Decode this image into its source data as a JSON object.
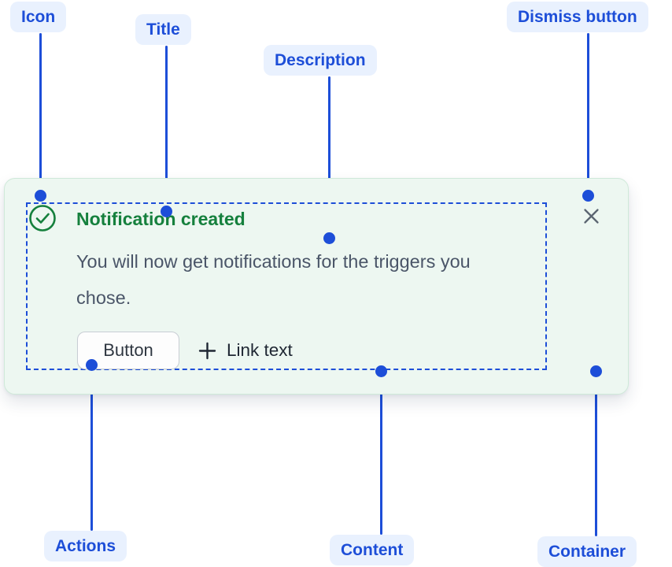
{
  "colors": {
    "label_bg": "#e9f1fe",
    "label_text": "#1d4ed8",
    "connector": "#1d4ed8",
    "card_bg": "#edf7f1",
    "card_border": "#cfe9d9",
    "content_outline": "#1d4ed8",
    "success_green": "#15803d",
    "description_text": "#4a5568",
    "dismiss_gray": "#5b6571",
    "action_text": "#1f2733"
  },
  "annotations": {
    "icon": "Icon",
    "title": "Title",
    "description": "Description",
    "dismiss_button": "Dismiss button",
    "actions": "Actions",
    "content": "Content",
    "container": "Container"
  },
  "notification": {
    "title": "Notification created",
    "description": "You will now get notifications for the triggers you chose.",
    "button_label": "Button",
    "link_label": "Link text",
    "icons": {
      "status_icon": "success-check-circle",
      "link_prefix_icon": "plus",
      "dismiss_icon": "close-x"
    }
  }
}
